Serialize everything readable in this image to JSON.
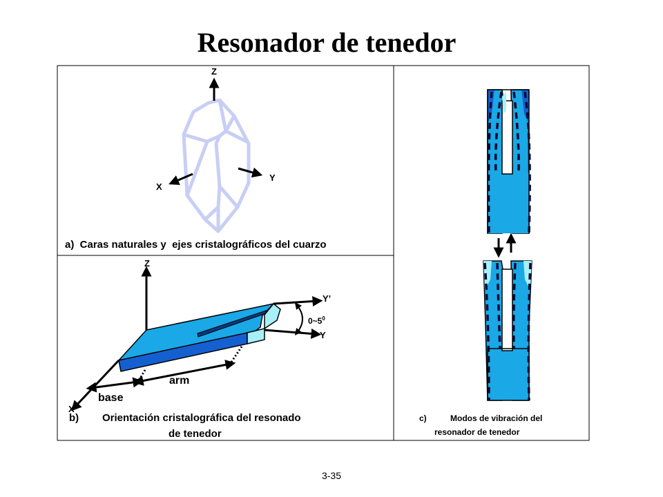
{
  "title": "Resonador de tenedor",
  "panel_a": {
    "axis_z": "Z",
    "axis_x": "X",
    "axis_y": "Y",
    "caption": "a)  Caras naturales y  ejes cristalográficos del cuarzo"
  },
  "panel_b": {
    "axis_z": "Z",
    "axis_y_prime": "Y’",
    "axis_y": "Y",
    "axis_x": "X",
    "angle": "0~5",
    "angle_sup": "0",
    "arm": "arm",
    "base": "base",
    "caption_prefix": "b)",
    "caption_line1": "Orientación cristalográfica del resonado",
    "caption_line2": "de tenedor"
  },
  "panel_c": {
    "caption_prefix": "c)",
    "caption_line1": "Modos de vibración del",
    "caption_line2": "resonador de tenedor"
  },
  "page_number": "3-35",
  "colors": {
    "fork_fill": "#1aa8e6",
    "fork_dark": "#1560d0",
    "fork_light": "#a8f0f8",
    "crystal": "#c8cef4"
  }
}
